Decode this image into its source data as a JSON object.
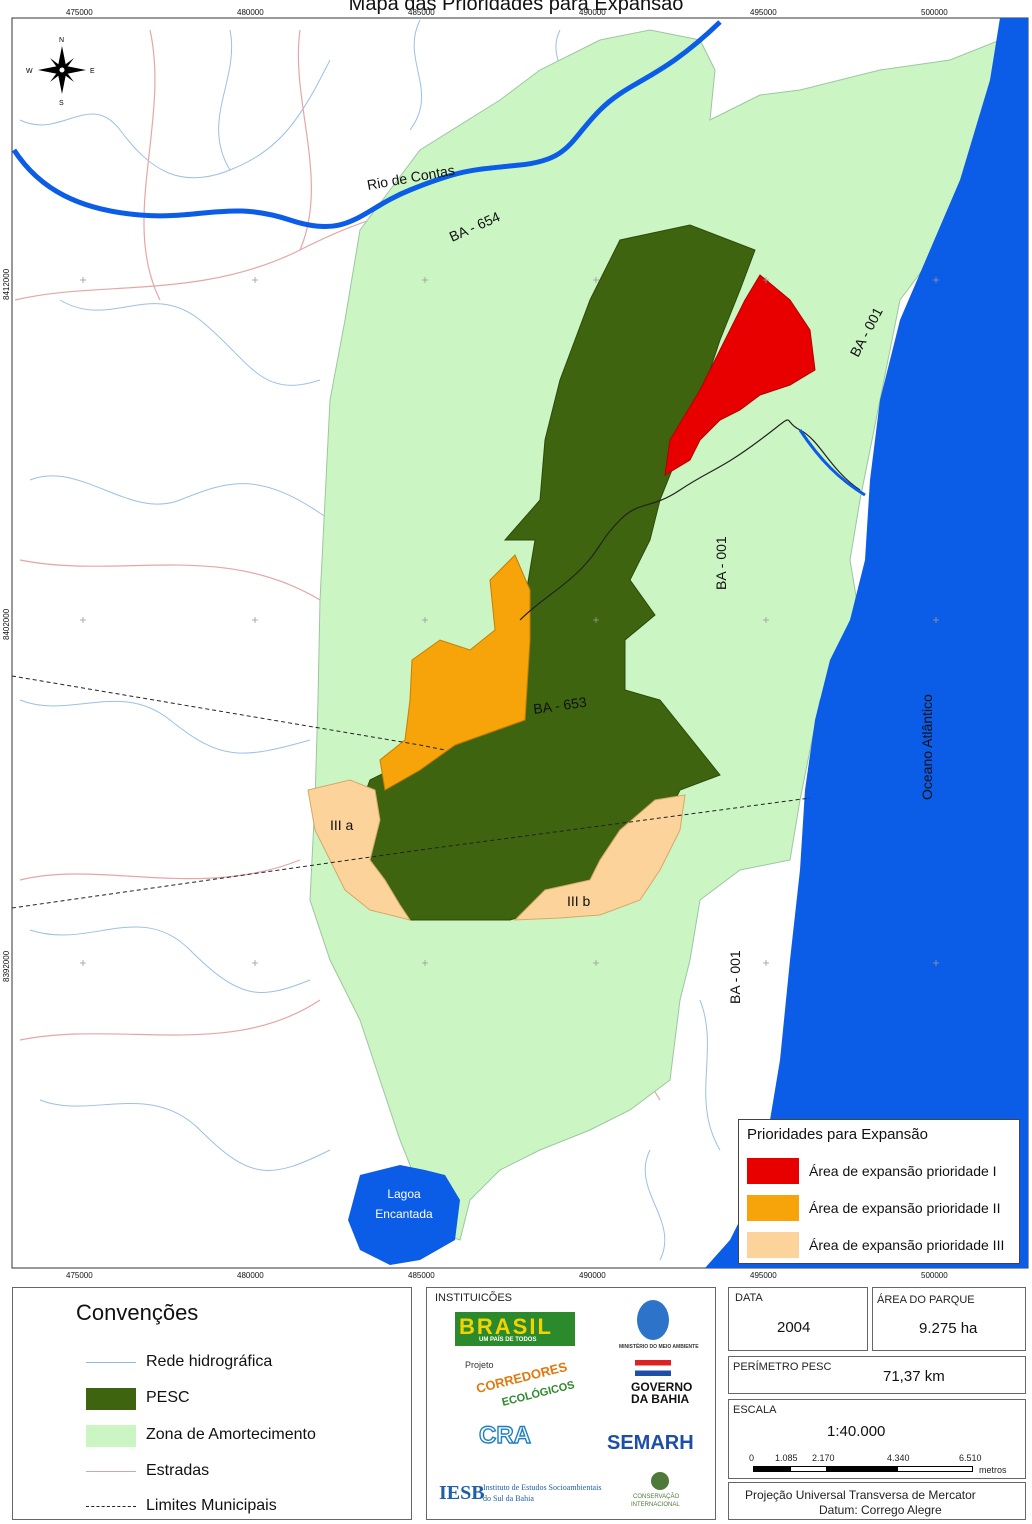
{
  "map": {
    "title": "Mapa das Prioridades para Expansão",
    "labels": {
      "rio_de_contas": "Rio de Contas",
      "ba654": "BA - 654",
      "ba001_a": "BA - 001",
      "ba001_b": "BA - 001",
      "ba001_c": "BA - 001",
      "ba653": "BA - 653",
      "oceano": "Oceano Atlântico",
      "lagoa_1": "Lagoa",
      "lagoa_2": "Encantada",
      "iiia": "III a",
      "iiib": "III b"
    },
    "x_ticks": [
      "475000",
      "480000",
      "485000",
      "490000",
      "495000",
      "500000"
    ],
    "y_ticks": [
      "8412000",
      "8402000",
      "8392000"
    ],
    "compass": {
      "n": "N",
      "s": "S",
      "e": "E",
      "w": "W"
    }
  },
  "priority_legend": {
    "title": "Prioridades para Expansão",
    "items": [
      {
        "label": "Área de expansão prioridade I",
        "color": "#e80000"
      },
      {
        "label": "Área de expansão prioridade II",
        "color": "#f7a30a"
      },
      {
        "label": "Área de expansão prioridade III",
        "color": "#fcd39a"
      }
    ]
  },
  "conventions": {
    "title": "Convenções",
    "items": [
      {
        "label": "Rede hidrográfica",
        "kind": "line",
        "color": "#8fb7e0"
      },
      {
        "label": "PESC",
        "kind": "fill",
        "color": "#3e640f"
      },
      {
        "label": "Zona de Amortecimento",
        "kind": "fill",
        "color": "#ccf5c4"
      },
      {
        "label": "Estradas",
        "kind": "line",
        "color": "#e0a0a0"
      },
      {
        "label": "Limites Municipais",
        "kind": "dashed",
        "color": "#222222"
      }
    ]
  },
  "institutions": {
    "title": "INSTITUICÕES",
    "brasil": "BRASIL",
    "brasil_sub": "UM PAÍS DE TODOS",
    "ministerio": "MINISTÉRIO DO MEIO AMBIENTE",
    "projeto": "Projeto",
    "corredores": "CORREDORES",
    "ecologicos": "ECOLÓGICOS",
    "governo_1": "GOVERNO",
    "governo_2": "DA BAHIA",
    "cra": "CRA",
    "semarh": "SEMARH",
    "iesb": "IESB",
    "iesb_full_1": "Instituto de Estudos Socioambientais",
    "iesb_full_2": "do Sul da Bahia",
    "ci_1": "CONSERVAÇÃO",
    "ci_2": "INTERNACIONAL"
  },
  "info": {
    "data_label": "DATA",
    "data_value": "2004",
    "area_label": "ÁREA DO PARQUE",
    "area_value": "9.275 ha",
    "perimetro_label": "PERÍMETRO PESC",
    "perimetro_value": "71,37 km",
    "escala_label": "ESCALA",
    "escala_value": "1:40.000",
    "scale_ticks": [
      "0",
      "1.085",
      "2.170",
      "4.340",
      "6.510"
    ],
    "scale_unit": "metros",
    "projection_1": "Projeção Universal Transversa de Mercator",
    "projection_2": "Datum: Corrego Alegre"
  }
}
